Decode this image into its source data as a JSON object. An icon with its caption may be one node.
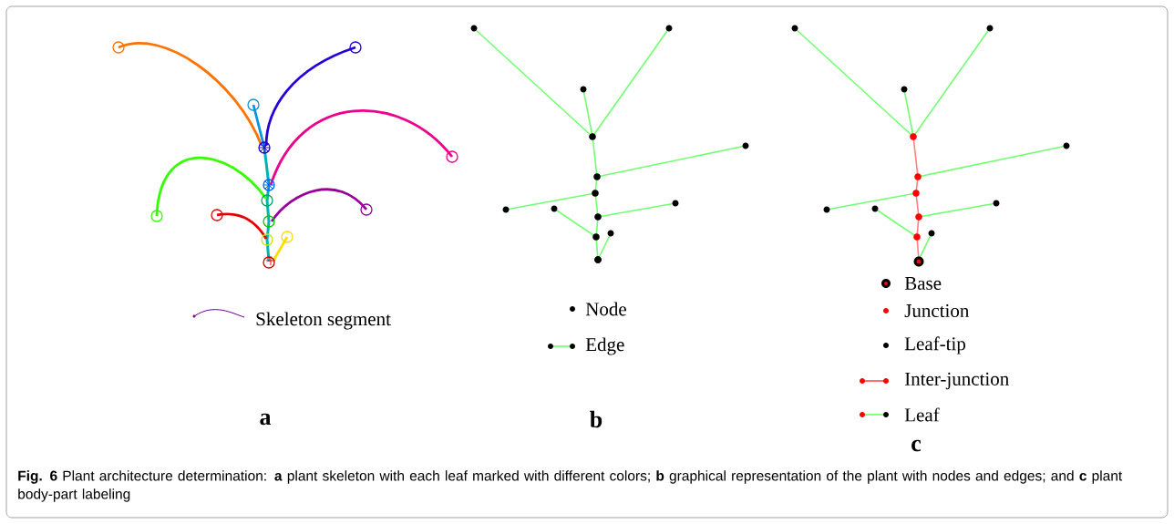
{
  "diagram": {
    "caption": "**Fig. 6** Plant architecture determination: **a** plant skeleton with each leaf marked with different colors; **b** graphical representation of the plant with nodes and edges; and **c** plant body-part labeling",
    "labels": [
      "a",
      "b",
      "c"
    ],
    "legend": [
      {
        "text": "Skeleton segment"
      },
      {
        "text": "Node"
      },
      {
        "text": "Edge"
      },
      {
        "text": "Base"
      },
      {
        "text": "Junction"
      },
      {
        "text": "Leaf-tip"
      },
      {
        "text": "Inter-junction"
      },
      {
        "text": "Leaf"
      }
    ]
  }
}
